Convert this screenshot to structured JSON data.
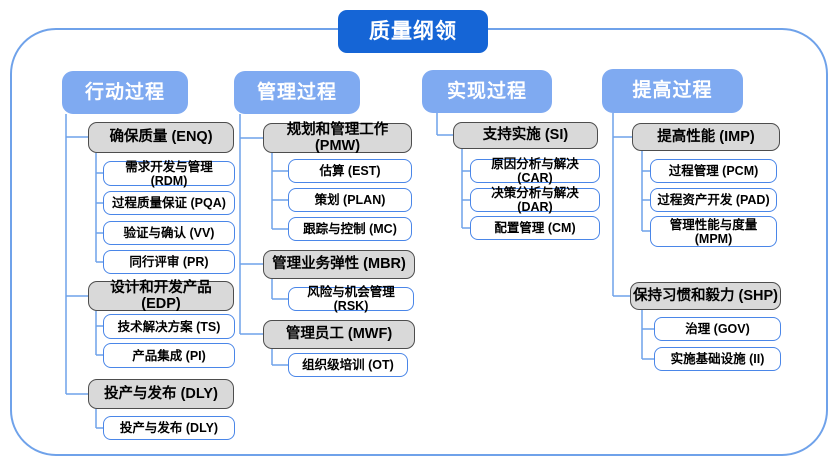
{
  "title": "质量纲领",
  "colors": {
    "title_bg": "#1565d6",
    "header_bg": "#7faaf1",
    "frame_line": "#6fa2ea",
    "group_fill": "#d9d9d9",
    "group_border": "#4d4d4d",
    "leaf_border": "#4a86e8"
  },
  "columns": [
    {
      "label": "行动过程",
      "groups": [
        {
          "label": "确保质量 (ENQ)",
          "children": [
            "需求开发与管理 (RDM)",
            "过程质量保证 (PQA)",
            "验证与确认 (VV)",
            "同行评审 (PR)"
          ]
        },
        {
          "label": "设计和开发产品 (EDP)",
          "children": [
            "技术解决方案 (TS)",
            "产品集成 (PI)"
          ]
        },
        {
          "label": "投产与发布 (DLY)",
          "children": [
            "投产与发布 (DLY)"
          ]
        }
      ]
    },
    {
      "label": "管理过程",
      "groups": [
        {
          "label": "规划和管理工作 (PMW)",
          "children": [
            "估算 (EST)",
            "策划 (PLAN)",
            "跟踪与控制 (MC)"
          ]
        },
        {
          "label": "管理业务弹性 (MBR)",
          "children": [
            "风险与机会管理 (RSK)"
          ]
        },
        {
          "label": "管理员工 (MWF)",
          "children": [
            "组织级培训 (OT)"
          ]
        }
      ]
    },
    {
      "label": "实现过程",
      "groups": [
        {
          "label": "支持实施 (SI)",
          "children": [
            "原因分析与解决 (CAR)",
            "决策分析与解决 (DAR)",
            "配置管理 (CM)"
          ]
        }
      ]
    },
    {
      "label": "提高过程",
      "groups": [
        {
          "label": "提高性能 (IMP)",
          "children": [
            "过程管理 (PCM)",
            "过程资产开发 (PAD)",
            "管理性能与度量 (MPM)"
          ]
        },
        {
          "label": "保持习惯和毅力 (SHP)",
          "children": [
            "治理 (GOV)",
            "实施基础设施 (II)"
          ]
        }
      ]
    }
  ]
}
